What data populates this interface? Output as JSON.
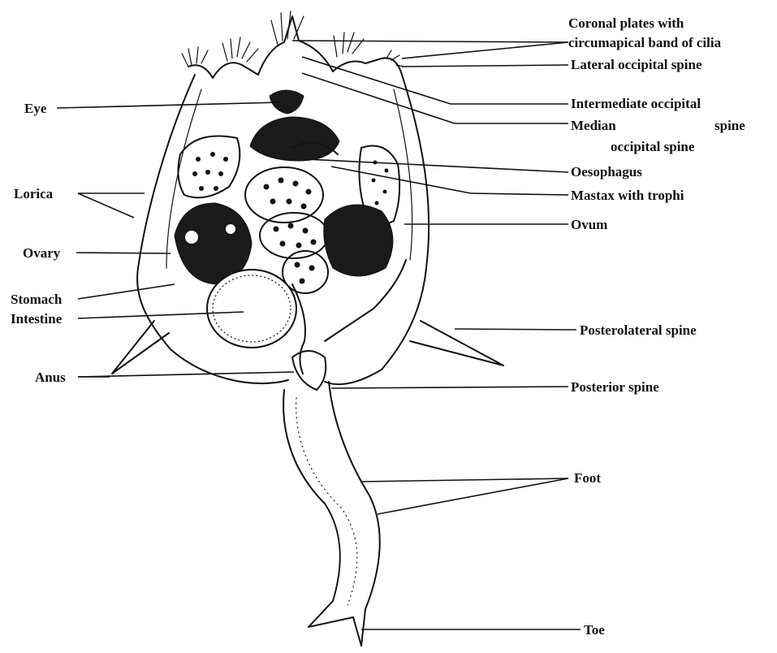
{
  "figure": {
    "labels": {
      "coronal_plates_line1": "Coronal plates with",
      "coronal_plates_line2": "circumapical band of cilia",
      "lateral_occipital_spine": "Lateral occipital spine",
      "eye": "Eye",
      "intermediate_occipital": "Intermediate occipital",
      "median": "Median",
      "spine": "spine",
      "occipital_spine": "occipital spine",
      "oesophagus": "Oesophagus",
      "lorica": "Lorica",
      "mastax_with_trophi": "Mastax with trophi",
      "ovum": "Ovum",
      "ovary": "Ovary",
      "stomach": "Stomach",
      "intestine": "Intestine",
      "posterolateral_spine": "Posterolateral spine",
      "anus": "Anus",
      "posterior_spine": "Posterior spine",
      "foot": "Foot",
      "toe": "Toe"
    }
  }
}
